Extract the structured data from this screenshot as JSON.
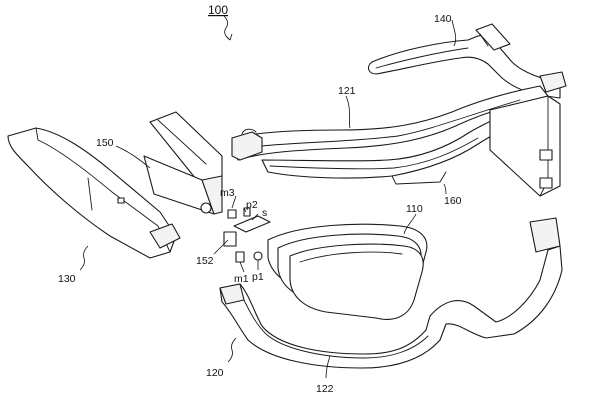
{
  "figure": {
    "reference_labels": {
      "assembly": "100",
      "frame_front": "110",
      "front_rim": "120",
      "upper_bar": "121",
      "lower_rim": "122",
      "left_temple": "130",
      "right_temple": "140",
      "module": "150",
      "bracket": "152",
      "inner_bar": "160",
      "magnet_upper": "m3",
      "pin_upper": "p2",
      "spring": "s",
      "magnet_lower": "m1",
      "pin_lower": "p1"
    }
  }
}
